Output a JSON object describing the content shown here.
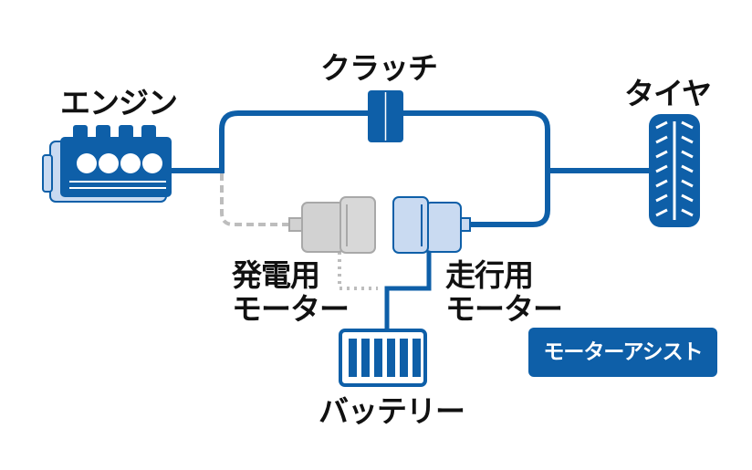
{
  "labels": {
    "engine": "エンジン",
    "clutch": "クラッチ",
    "tire": "タイヤ",
    "generator_line1": "発電用",
    "generator_line2": "モーター",
    "drive_line1": "走行用",
    "drive_line2": "モーター",
    "battery": "バッテリー",
    "mode_badge": "モーターアシスト"
  },
  "colors": {
    "primary": "#0e5fa8",
    "inactive_gray": "#bdbdbd",
    "motor_light": "#c9daf1",
    "text": "#111111",
    "background": "#ffffff"
  },
  "icons": [
    "engine-icon",
    "clutch-icon",
    "tire-icon",
    "generator-motor-icon",
    "drive-motor-icon",
    "battery-icon"
  ]
}
